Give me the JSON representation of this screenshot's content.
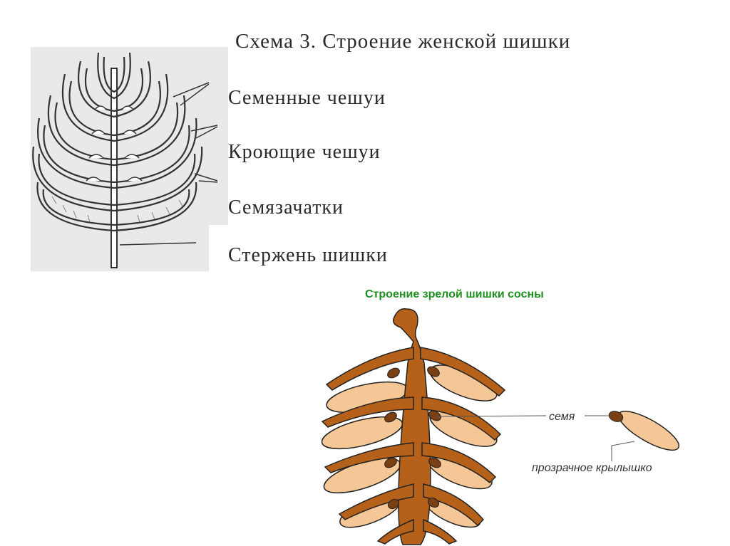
{
  "scheme": {
    "title": "Схема 3.  Строение женской шишки",
    "labels": {
      "seed_scales": "Семенные чешуи",
      "cover_scales": "Кроющие чешуи",
      "ovules": "Семязачатки",
      "cone_axis": "Стержень шишки"
    }
  },
  "mature_cone": {
    "title": "Строение зрелой шишки сосны",
    "labels": {
      "seed": "семя",
      "wing": "прозрачное крылышко"
    },
    "colors": {
      "axis": "#b5611a",
      "seed_wing": "#f5c796",
      "seed": "#7a3f12",
      "title": "#1f8f1f"
    }
  }
}
